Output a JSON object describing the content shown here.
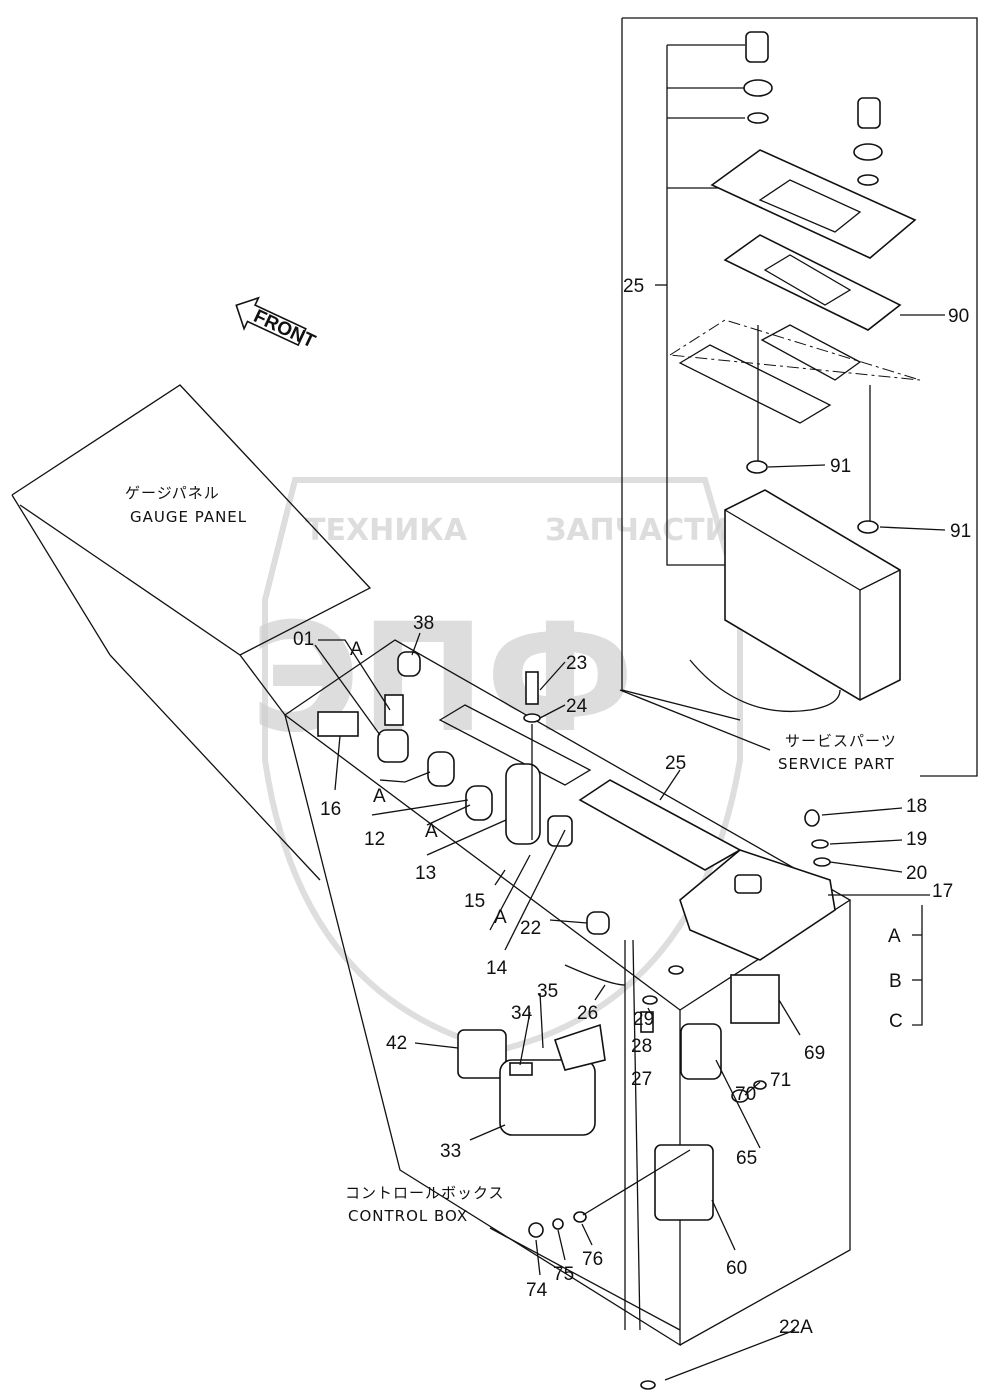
{
  "diagram": {
    "front_label": "FRONT",
    "captions": {
      "gauge_panel_jp": "ゲージパネル",
      "gauge_panel_en": "GAUGE PANEL",
      "service_part_jp": "サービスパーツ",
      "service_part_en": "SERVICE PART",
      "control_box_jp": "コントロールボックス",
      "control_box_en": "CONTROL BOX"
    },
    "watermark": {
      "top": "ТЕХНИКА",
      "top2": "ЗАПЧАСТИ",
      "big": "ЭПФ"
    },
    "part_numbers": [
      "25",
      "90",
      "91",
      "91",
      "01",
      "A",
      "38",
      "23",
      "24",
      "25",
      "16",
      "A",
      "12",
      "A",
      "13",
      "15",
      "A",
      "14",
      "22",
      "18",
      "19",
      "20",
      "17",
      "A",
      "B",
      "C",
      "26",
      "35",
      "34",
      "42",
      "29",
      "28",
      "27",
      "69",
      "70",
      "71",
      "65",
      "33",
      "60",
      "74",
      "75",
      "76",
      "22A"
    ]
  }
}
